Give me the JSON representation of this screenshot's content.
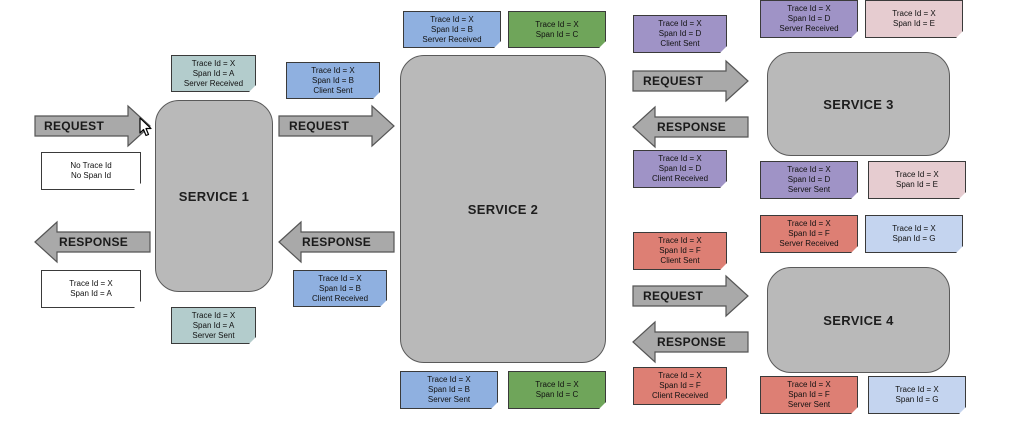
{
  "services": {
    "s1": "SERVICE 1",
    "s2": "SERVICE 2",
    "s3": "SERVICE 3",
    "s4": "SERVICE 4"
  },
  "arrows": {
    "request": "REQUEST",
    "response": "RESPONSE"
  },
  "notes": {
    "no_trace": [
      "No Trace Id",
      "No Span Id"
    ],
    "s1_response": [
      "Trace Id = X",
      "Span Id = A"
    ],
    "s1_server_received": [
      "Trace Id = X",
      "Span Id = A",
      "Server Received"
    ],
    "s1_server_sent": [
      "Trace Id = X",
      "Span Id = A",
      "Server Sent"
    ],
    "s2_client_sent": [
      "Trace Id = X",
      "Span Id = B",
      "Client Sent"
    ],
    "s2_client_received": [
      "Trace Id = X",
      "Span Id = B",
      "Client Received"
    ],
    "s2_server_received": [
      "Trace Id = X",
      "Span Id = B",
      "Server Received"
    ],
    "s2_span_c_top": [
      "Trace Id = X",
      "Span Id = C"
    ],
    "s2_server_sent": [
      "Trace Id = X",
      "Span Id = B",
      "Server Sent"
    ],
    "s2_span_c_bottom": [
      "Trace Id = X",
      "Span Id = C"
    ],
    "s3_client_sent": [
      "Trace Id = X",
      "Span Id = D",
      "Client Sent"
    ],
    "s3_client_received": [
      "Trace Id = X",
      "Span Id = D",
      "Client Received"
    ],
    "s3_server_received": [
      "Trace Id = X",
      "Span Id = D",
      "Server Received"
    ],
    "s3_span_e_top": [
      "Trace Id = X",
      "Span Id = E"
    ],
    "s3_server_sent": [
      "Trace Id = X",
      "Span Id = D",
      "Server Sent"
    ],
    "s3_span_e_bottom": [
      "Trace Id = X",
      "Span Id = E"
    ],
    "s4_client_sent": [
      "Trace Id = X",
      "Span Id = F",
      "Client Sent"
    ],
    "s4_client_received": [
      "Trace Id = X",
      "Span Id = F",
      "Client Received"
    ],
    "s4_server_received": [
      "Trace Id = X",
      "Span Id = F",
      "Server Received"
    ],
    "s4_span_g_top": [
      "Trace Id = X",
      "Span Id = G"
    ],
    "s4_server_sent": [
      "Trace Id = X",
      "Span Id = F",
      "Server Sent"
    ],
    "s4_span_g_bottom": [
      "Trace Id = X",
      "Span Id = G"
    ]
  },
  "icons": {
    "cursor": "mouse-pointer-icon"
  }
}
